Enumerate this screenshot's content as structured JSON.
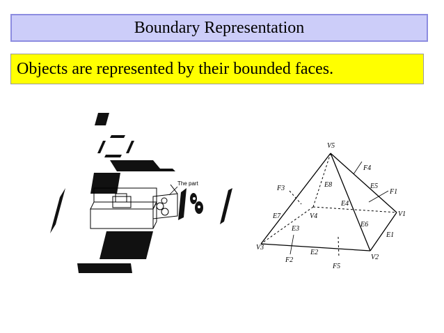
{
  "title": "Boundary Representation",
  "subtitle": "Objects are represented by their bounded faces.",
  "left_figure": {
    "label": "The part"
  },
  "pyramid": {
    "vertices": [
      "V5",
      "V4",
      "V3",
      "V2",
      "V1"
    ],
    "edges": [
      "E8",
      "E5",
      "E4",
      "E7",
      "E6",
      "E3",
      "E2",
      "E1"
    ],
    "faces": [
      "F4",
      "F3",
      "F1",
      "F2",
      "F5"
    ]
  }
}
